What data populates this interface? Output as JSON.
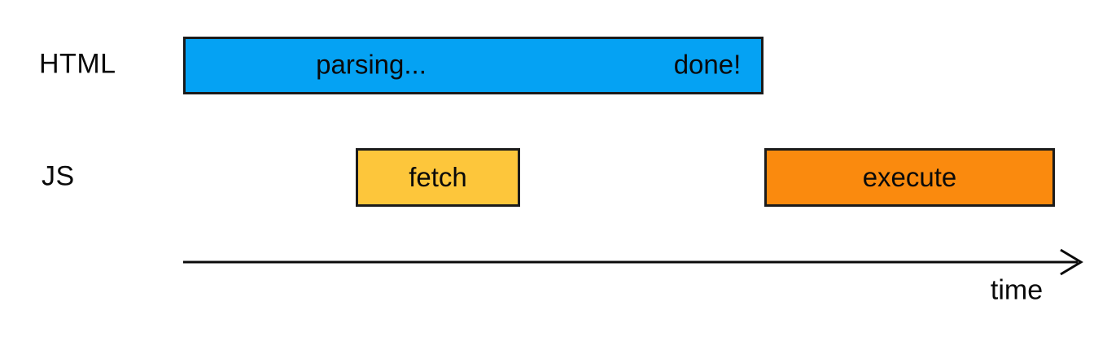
{
  "colors": {
    "parsing_bar": "#05A2F3",
    "fetch_bar": "#FDC63B",
    "execute_bar": "#FA8A0E",
    "bar_border": "#1B1B1B",
    "text": "#0A0A0A",
    "background": "#FFFFFF"
  },
  "rows": {
    "html": {
      "label": "HTML",
      "bar": {
        "start_text": "parsing...",
        "end_text": "done!"
      }
    },
    "js": {
      "label": "JS",
      "fetch_label": "fetch",
      "execute_label": "execute"
    }
  },
  "axis": {
    "label": "time"
  }
}
